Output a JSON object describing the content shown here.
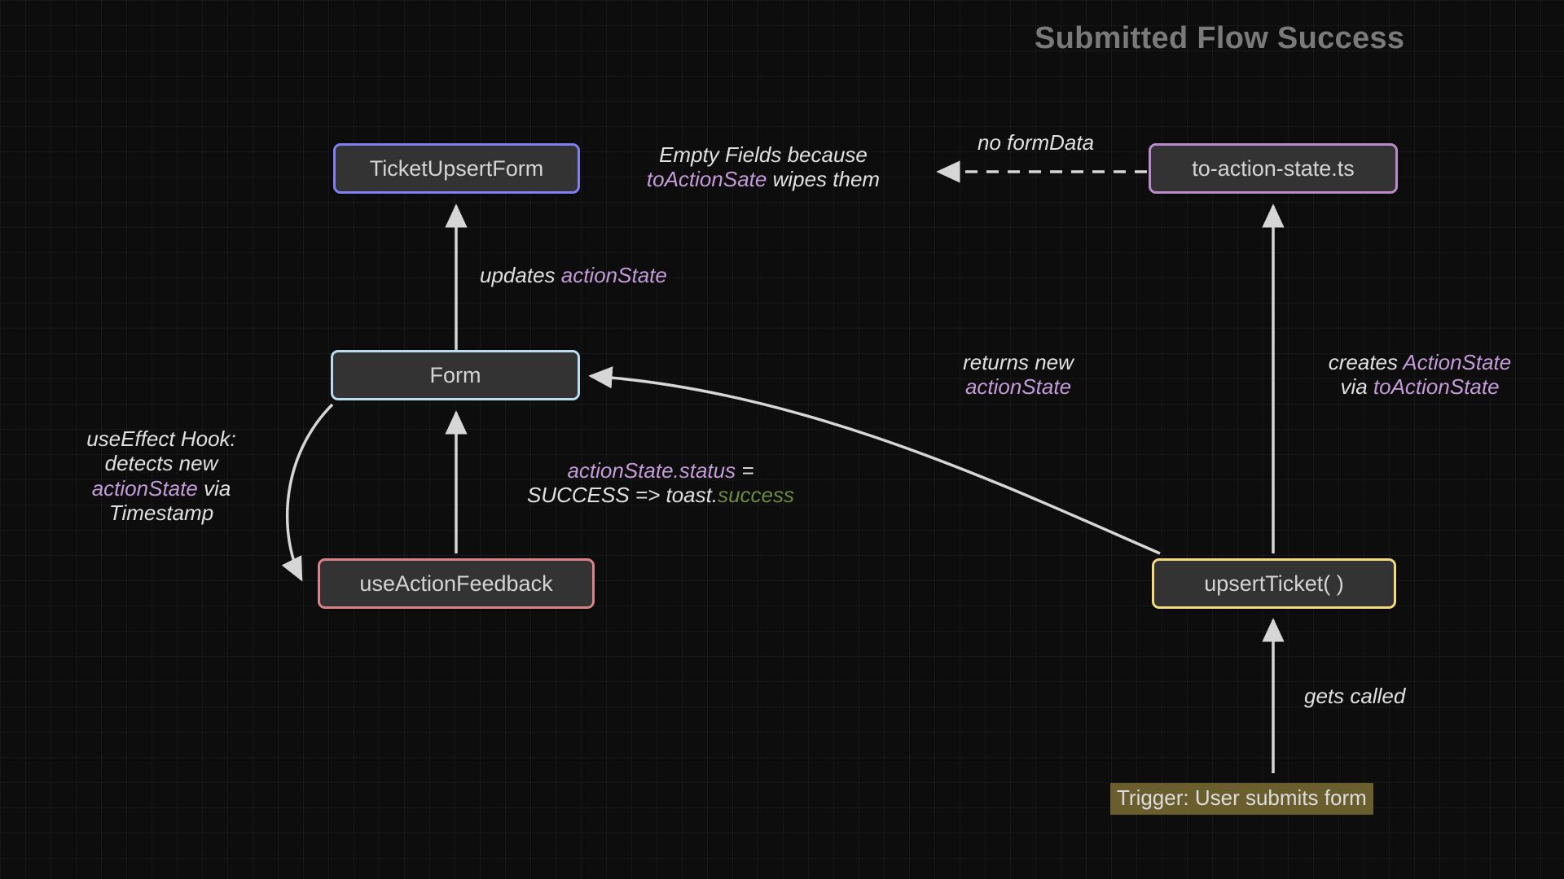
{
  "diagram": {
    "title": "Submitted Flow Success",
    "background_color": "#0d0d0d",
    "grid": true
  },
  "nodes": [
    {
      "id": "ticketupsertform",
      "label": "TicketUpsertForm",
      "border_color": "#8080f0",
      "fill_color": "#333333"
    },
    {
      "id": "form",
      "label": "Form",
      "border_color": "#b9dcee",
      "fill_color": "#333333"
    },
    {
      "id": "useactionfeedback",
      "label": "useActionFeedback",
      "border_color": "#d98287",
      "fill_color": "#333333"
    },
    {
      "id": "toactionstate",
      "label": "to-action-state.ts",
      "border_color": "#b98bcb",
      "fill_color": "#333333"
    },
    {
      "id": "upsertticket",
      "label": "upsertTicket( )",
      "border_color": "#f0da7d",
      "fill_color": "#333333"
    },
    {
      "id": "trigger",
      "label": "Trigger: User submits form",
      "fill_color": "#6b5e2e",
      "text_color": "#dcdcdc"
    }
  ],
  "labels": {
    "empty_fields": {
      "line1_plain": "Empty Fields because",
      "line2_accent": "toActionSate",
      "line2_plain": " wipes them"
    },
    "no_form_data": "no formData",
    "updates_action_state": {
      "plain": "updates ",
      "accent": "actionState"
    },
    "use_effect_hook": {
      "line1": "useEffect Hook:",
      "line2": "detects new",
      "line3_accent": "actionState",
      "line3_plain": " via",
      "line4": "Timestamp"
    },
    "toast_success": {
      "line1_accent": "actionState.status",
      "line1_plain": " =",
      "line2_plain": "SUCCESS => toast.",
      "line2_success": "success"
    },
    "returns_new": {
      "line1": "returns new",
      "line2_accent": "actionState"
    },
    "creates_action_state": {
      "line1_plain": "creates ",
      "line1_accent": "ActionState",
      "line2_plain": "via ",
      "line2_accent": "toActionState"
    },
    "gets_called": "gets called"
  },
  "colors": {
    "accent_purple": "#c49bd8",
    "success_green": "#6c8c3c",
    "edge_stroke": "#d6d6d6",
    "title_grey": "#7a7a7a"
  }
}
